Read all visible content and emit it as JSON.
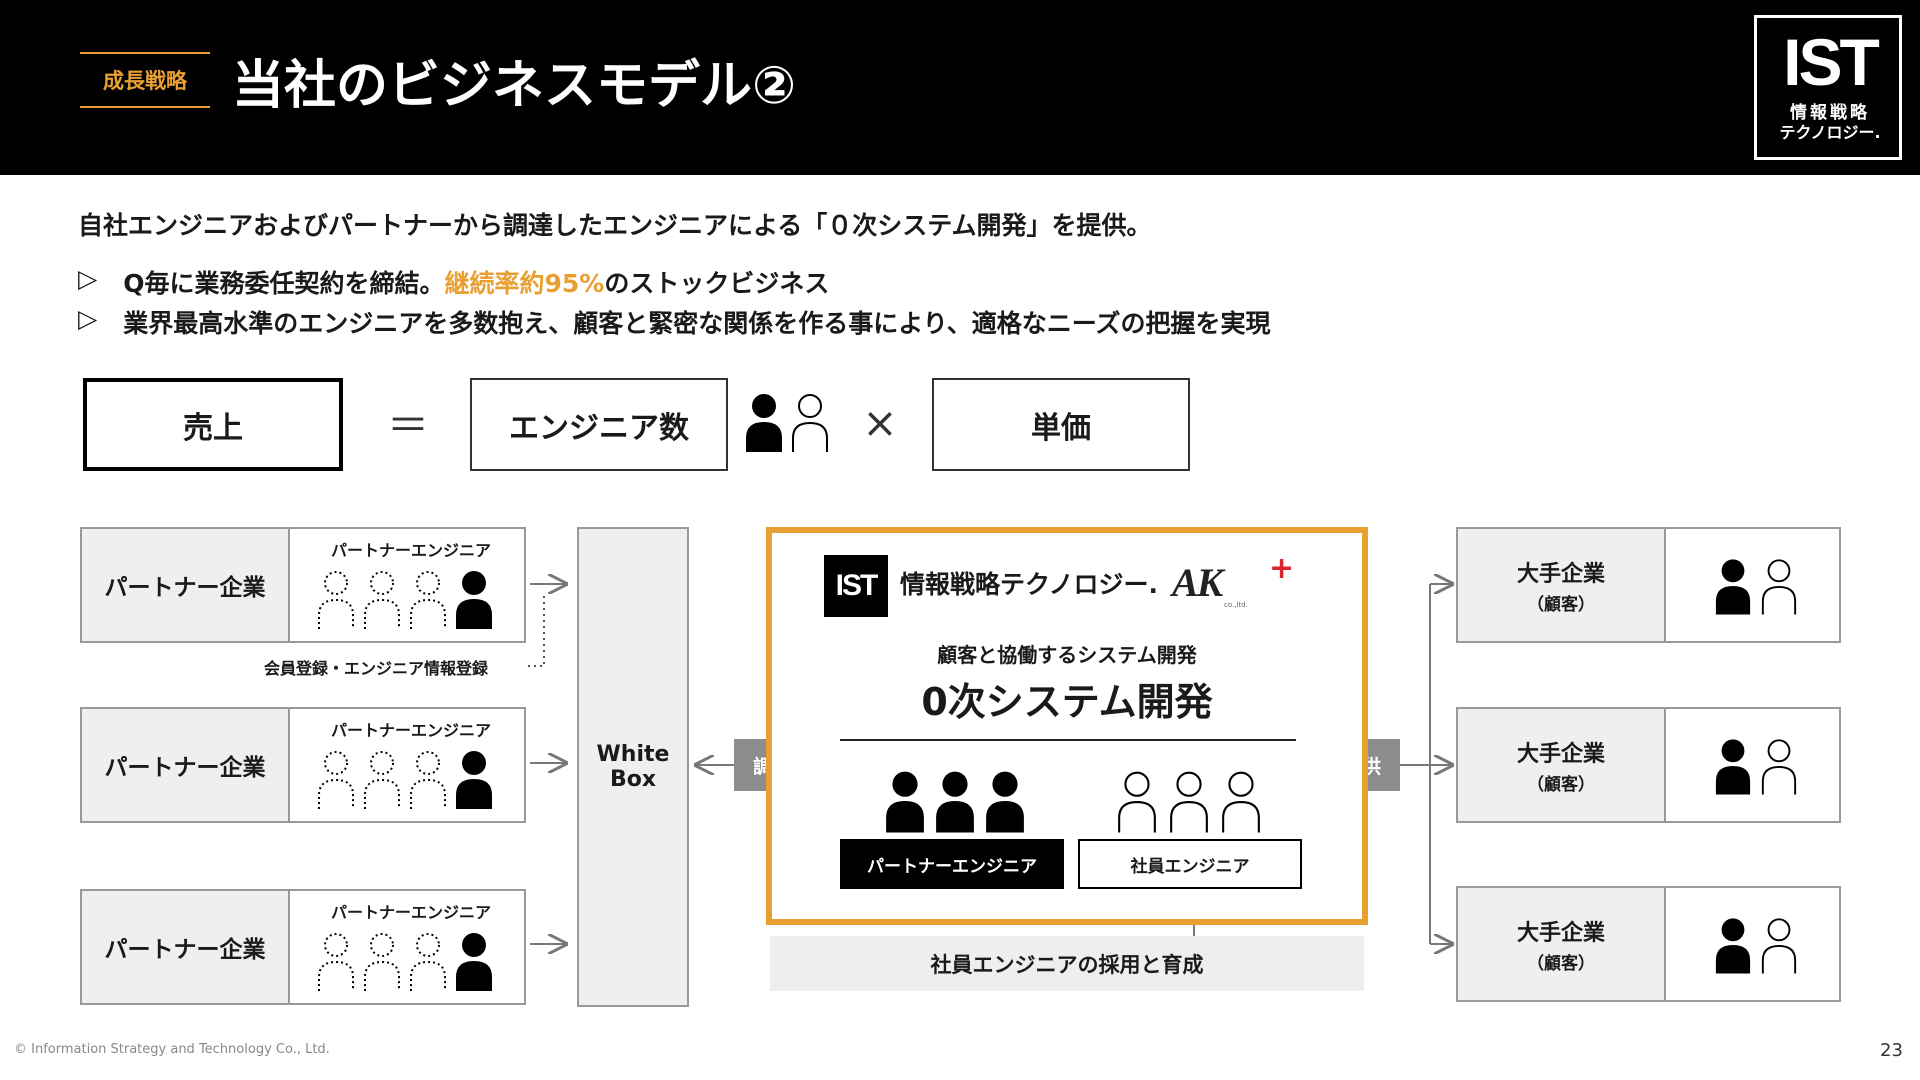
{
  "header": {
    "tag": "成長戦略",
    "title": "当社のビジネスモデル②",
    "logo_main": "IST",
    "logo_line1": "情報戦略",
    "logo_line2": "テクノロジー."
  },
  "intro": {
    "lead": "自社エンジニアおよびパートナーから調達したエンジニアによる「０次システム開発」を提供。",
    "bullet_marker": "▷",
    "bullet1_a": "Q毎に業務委任契約を締結。",
    "bullet1_highlight": "継続率約95%",
    "bullet1_b": "のストックビジネス",
    "bullet2": "業界最高水準のエンジニアを多数抱え、顧客と緊密な関係を作る事により、適格なニーズの把握を実現"
  },
  "formula": {
    "sales": "売上",
    "equals": "＝",
    "engineers": "エンジニア数",
    "times": "×",
    "price": "単価"
  },
  "partners": [
    {
      "company": "パートナー企業",
      "engineer_label": "パートナーエンジニア"
    },
    {
      "company": "パートナー企業",
      "engineer_label": "パートナーエンジニア"
    },
    {
      "company": "パートナー企業",
      "engineer_label": "パートナーエンジニア"
    }
  ],
  "registration_note": "会員登録・エンジニア情報登録",
  "white_box": {
    "line1": "White",
    "line2": "Box"
  },
  "tags": {
    "procure": "調達",
    "provide": "提供"
  },
  "center": {
    "badge": "IST",
    "company": "情報戦略テクノロジー.",
    "ak": "AK",
    "ak_plus": "+",
    "ak_sub": "co.,ltd.",
    "subtitle": "顧客と協働するシステム開発",
    "title": "0次システム開発",
    "partner_label": "パートナーエンジニア",
    "staff_label": "社員エンジニア"
  },
  "recruit": "社員エンジニアの採用と育成",
  "customers": [
    {
      "name": "大手企業",
      "sub": "（顧客）"
    },
    {
      "name": "大手企業",
      "sub": "（顧客）"
    },
    {
      "name": "大手企業",
      "sub": "（顧客）"
    }
  ],
  "footer": {
    "copyright": "© Information Strategy and Technology Co., Ltd.",
    "page": "23"
  },
  "colors": {
    "accent": "#e8a033",
    "header_bg": "#000000",
    "panel_gray": "#efefef",
    "tag_gray": "#8c8c8c"
  }
}
